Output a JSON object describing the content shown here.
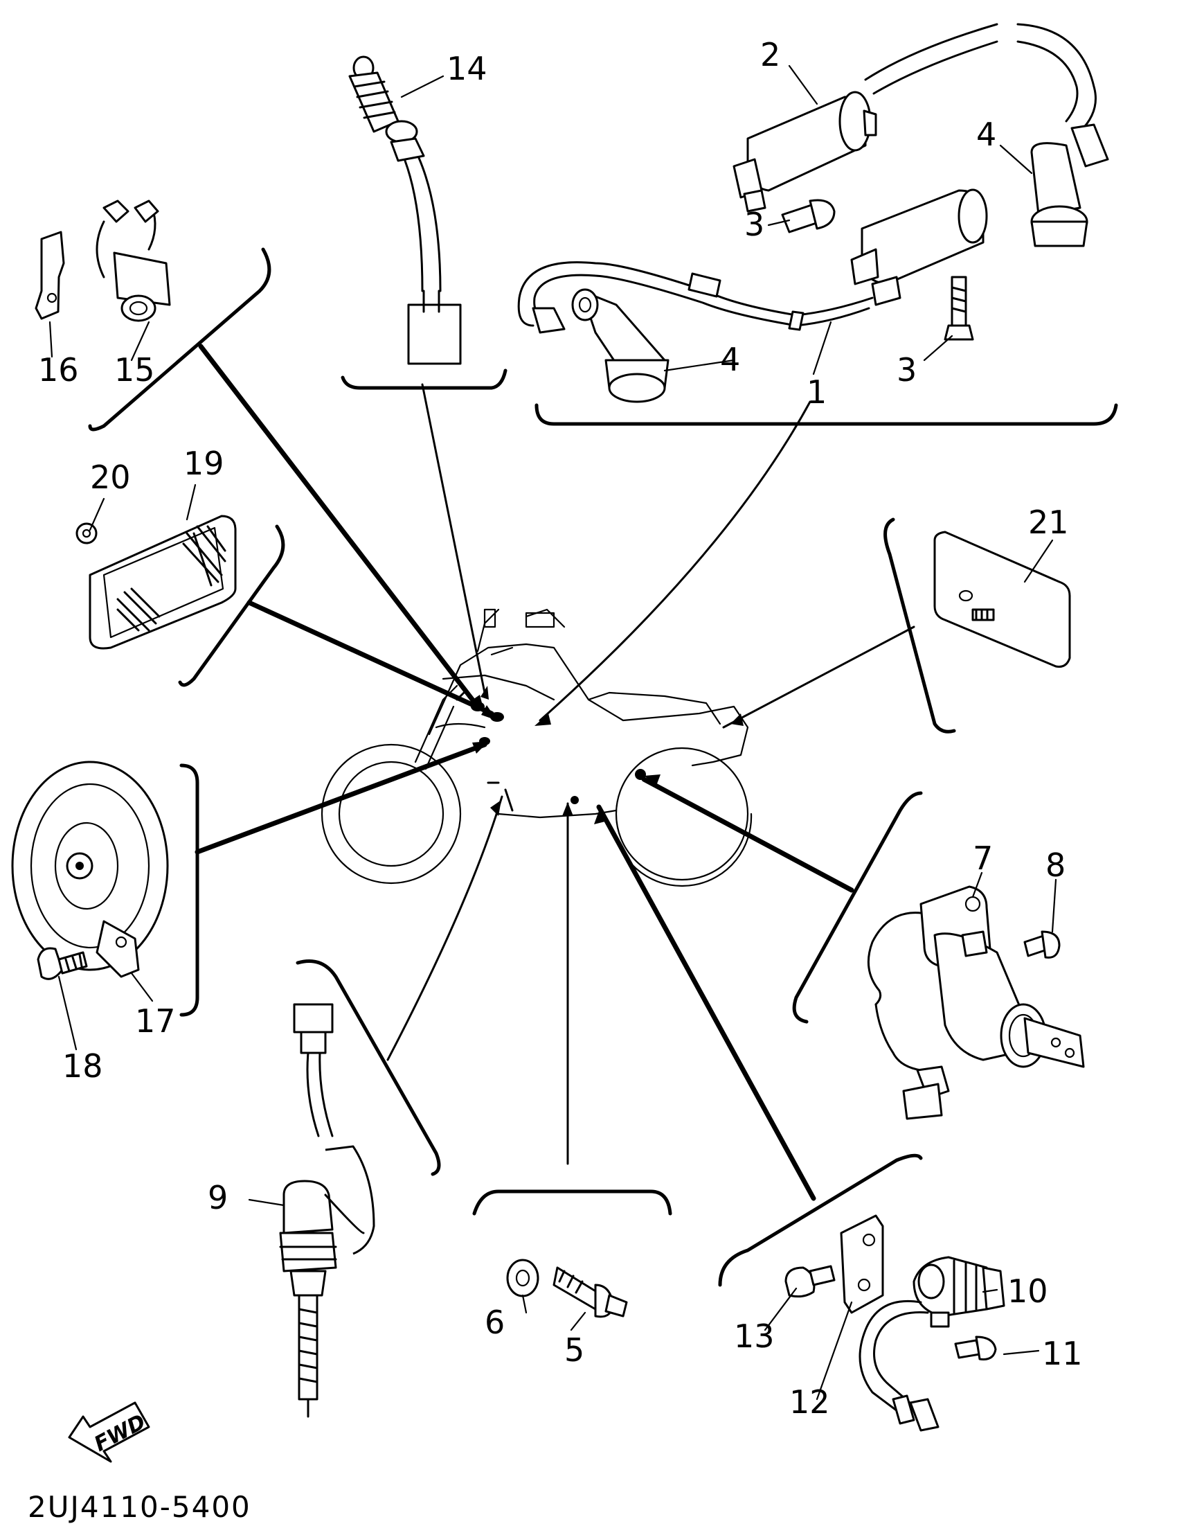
{
  "diagram_code": "2UJ4110-5400",
  "fwd_label": "FWD",
  "callouts": {
    "c1": "1",
    "c2": "2",
    "c3a": "3",
    "c3b": "3",
    "c4a": "4",
    "c4b": "4",
    "c5": "5",
    "c6": "6",
    "c7": "7",
    "c8": "8",
    "c9": "9",
    "c10": "10",
    "c11": "11",
    "c12": "12",
    "c13": "13",
    "c14": "14",
    "c15": "15",
    "c16": "16",
    "c17": "17",
    "c18": "18",
    "c19": "19",
    "c20": "20",
    "c21": "21"
  }
}
